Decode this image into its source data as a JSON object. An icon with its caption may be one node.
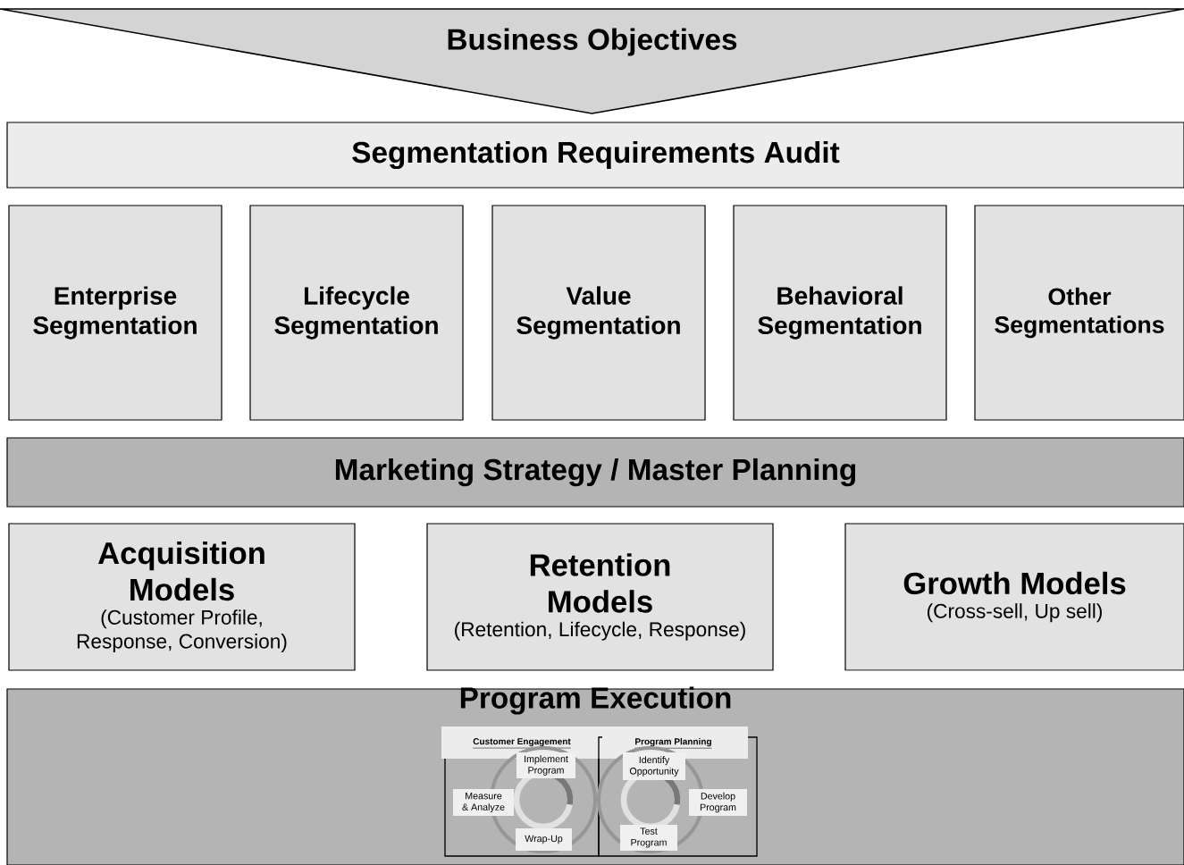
{
  "diagram": {
    "nodes": [
      {
        "text": [
          "Business Objectives"
        ]
      },
      {
        "text": [
          "Segmentation Requirements Audit"
        ]
      },
      {
        "text": [
          "Enterprise Segmentation"
        ]
      },
      {
        "text": [
          "Lifecycle Segmentation"
        ]
      },
      {
        "text": [
          "Value Segmentation"
        ]
      },
      {
        "text": [
          "Behavioral Segmentation"
        ]
      },
      {
        "text": [
          "Other Segmentations"
        ]
      },
      {
        "text": [
          "Marketing Strategy / Master Planning"
        ]
      },
      {
        "text": [
          "Acquisition Models",
          "(Customer Profile, Response, Conversion)"
        ]
      },
      {
        "text": [
          "Retention Models",
          "(Retention, Lifecycle, Response)"
        ]
      },
      {
        "text": [
          "Growth Models",
          "(Cross-sell, Up sell)"
        ]
      },
      {
        "text": [
          "Program Execution"
        ]
      },
      {
        "text": [
          "Customer Engagement"
        ],
        "in": 11
      },
      {
        "text": [
          "Program Planning"
        ],
        "in": 11
      },
      {
        "text": [
          "Implement Program"
        ],
        "in": 12
      },
      {
        "text": [
          "Measure & Analyze"
        ],
        "in": 12
      },
      {
        "text": [
          "Wrap-Up"
        ],
        "in": 12
      },
      {
        "text": [
          "Identify Opportunity"
        ],
        "in": 13
      },
      {
        "text": [
          "Develop Program"
        ],
        "in": 13
      },
      {
        "text": [
          "Test Program"
        ],
        "in": 13
      }
    ]
  }
}
